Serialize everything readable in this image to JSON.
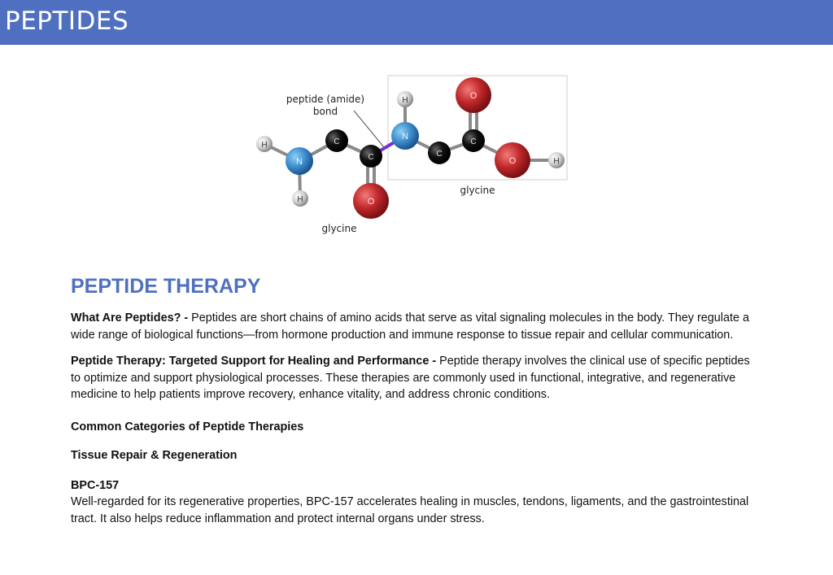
{
  "header": {
    "title": "PEPTIDES"
  },
  "figure": {
    "bond_label_line1": "peptide (amide)",
    "bond_label_line2": "bond",
    "glycine_label_left": "glycine",
    "glycine_label_right": "glycine",
    "atoms": {
      "h": "H",
      "n": "N",
      "c": "C",
      "o": "O"
    },
    "colors": {
      "hydrogen": "#d9d9d9",
      "nitrogen": "#3f8fcf",
      "carbon": "#111111",
      "oxygen": "#c0282a",
      "peptide_bond": "#7a2fd6"
    }
  },
  "section": {
    "title": "PEPTIDE THERAPY",
    "para1_lead": "What Are Peptides? -",
    "para1_body": " Peptides are short chains of amino acids that serve as vital signaling molecules in the body. They regulate a wide range of biological functions—from hormone production and immune response to tissue repair and cellular communication.",
    "para2_lead": "Peptide Therapy: Targeted Support for Healing and Performance -",
    "para2_body": " Peptide therapy involves the clinical use of specific peptides to optimize and support physiological processes. These therapies are commonly used in functional, integrative, and regenerative medicine to help patients improve recovery, enhance vitality, and address chronic conditions.",
    "categories_heading": "Common Categories of Peptide Therapies",
    "subheading": "Tissue Repair & Regeneration",
    "item_title": "BPC-157",
    "item_body": " Well-regarded for its regenerative properties, BPC-157 accelerates healing in muscles, tendons, ligaments, and the gastrointestinal tract. It also helps reduce inflammation and protect internal organs under stress."
  }
}
